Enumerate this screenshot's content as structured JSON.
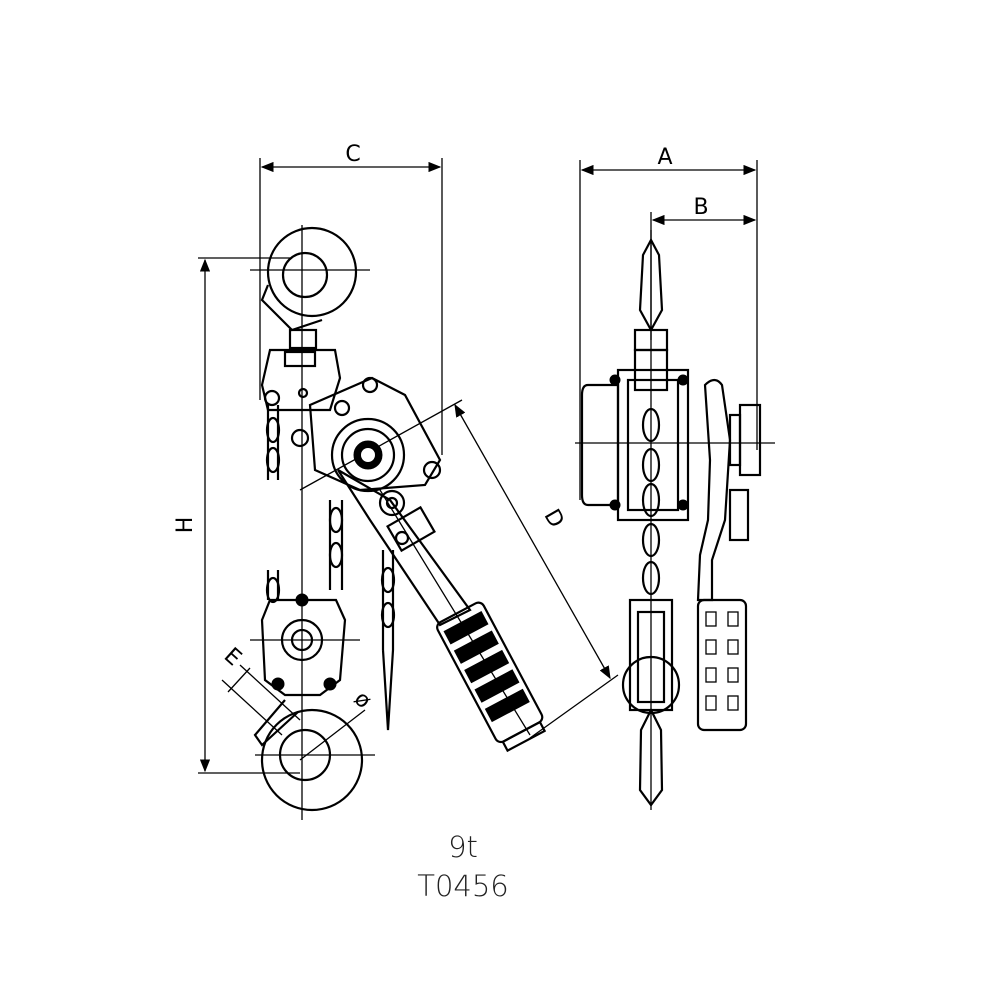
{
  "dimensions": {
    "A": "A",
    "B": "B",
    "C": "C",
    "D": "D",
    "E": "E",
    "H": "H",
    "phi": "ø"
  },
  "caption": {
    "capacity": "9t",
    "model": "T0456"
  }
}
